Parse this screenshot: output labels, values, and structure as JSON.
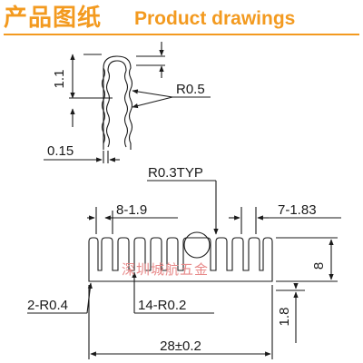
{
  "header": {
    "title_zh": "产品图纸",
    "title_en": "Product drawings",
    "accent_color": "#f39a1f"
  },
  "drawing": {
    "line_color": "#1a1a1a",
    "detail": {
      "height_dim": "1.1",
      "radius_dim": "R0.5",
      "thickness_dim": "0.15"
    },
    "section": {
      "top_radius": "R0.3TYP",
      "left_pitch": "8-1.9",
      "right_pitch": "7-1.83",
      "fin_height": "8",
      "corner_radius": "2-R0.4",
      "root_radius": "14-R0.2",
      "base_thickness": "1.8",
      "overall_width": "28±0.2"
    },
    "watermark": {
      "text": "深圳城航五金",
      "color": "#e88a8a"
    }
  }
}
